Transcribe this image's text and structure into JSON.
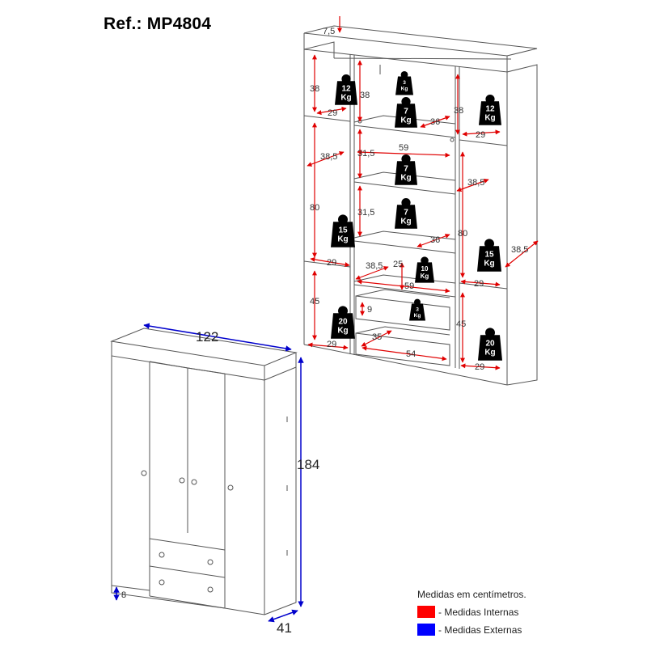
{
  "reference": "Ref.: MP4804",
  "internal_dims": {
    "top_offset": "7,5",
    "left_upper_h": "38",
    "left_upper_w": "29",
    "mid_upper_h": "38",
    "mid_upper_depth": "36",
    "right_upper_h": "38",
    "right_upper_w": "29",
    "left_mid_depth": "38,5",
    "left_mid_h": "80",
    "left_mid_w": "29",
    "mid_w": "59",
    "mid_shelf1_h": "31,5",
    "mid_shelf2_h": "31,5",
    "mid_depth2": "36",
    "right_mid_depth": "38,5",
    "right_mid_h": "80",
    "right_mid_w": "29",
    "side_depth": "38,5",
    "mid_lower_depth": "38,5",
    "mid_lower_h": "25",
    "mid_lower_w": "59",
    "drawer_h": "9",
    "drawer_depth": "35",
    "drawer_w": "54",
    "left_lower_h": "45",
    "left_lower_w": "29",
    "right_lower_h": "45",
    "right_lower_w": "29"
  },
  "weights": {
    "w_left_upper": [
      "12",
      "Kg"
    ],
    "w_mid_hanger": [
      "3",
      "Kg"
    ],
    "w_mid_upper": [
      "7",
      "Kg"
    ],
    "w_right_upper": [
      "12",
      "Kg"
    ],
    "w_mid_shelf1": [
      "7",
      "Kg"
    ],
    "w_mid_shelf2": [
      "7",
      "Kg"
    ],
    "w_left_mid": [
      "15",
      "Kg"
    ],
    "w_right_mid": [
      "15",
      "Kg"
    ],
    "w_mid_lower": [
      "10",
      "Kg"
    ],
    "w_drawer": [
      "3",
      "Kg"
    ],
    "w_left_lower": [
      "20",
      "Kg"
    ],
    "w_right_lower": [
      "20",
      "Kg"
    ]
  },
  "external_dims": {
    "width": "122",
    "height": "184",
    "depth": "41",
    "plinth": "8"
  },
  "legend": {
    "title": "Medidas em centímetros.",
    "internal": "- Medidas Internas",
    "external": "- Medidas Externas",
    "internal_color": "#ff0000",
    "external_color": "#0000ff"
  }
}
